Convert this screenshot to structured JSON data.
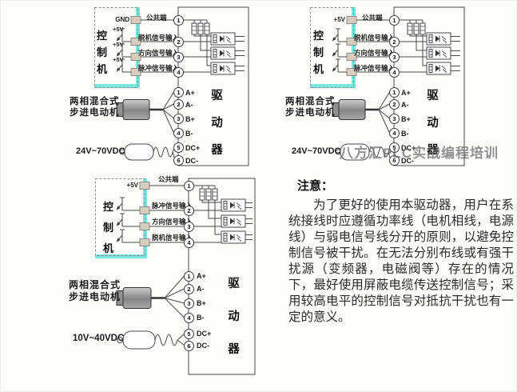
{
  "watermark": {
    "text": "八方汇PLC实战编程培训"
  },
  "note": {
    "title": "注意：",
    "body": "为了更好的使用本驱动器，用户在系统接线时应遵循功率线（电机相线，电源线）与弱电信号线分开的原则，以避免控制信号被干扰。在无法分别布线或有强干扰源（变频器，电磁阀等）存在的情况下，最好使用屏蔽电缆传送控制信号；采用较高电平的控制信号对抵抗干扰也有一定的意义。"
  },
  "colors": {
    "cyan_edge": "#7ce7df",
    "terminal_fill": "#d8cec0",
    "wire": "#4a4a4a"
  },
  "diagram_top_left": {
    "controller": "控制机",
    "common_pin": "GND",
    "common_wire": "公共端",
    "common_num": "1",
    "pullup": "+5V",
    "signals": [
      {
        "num": "2",
        "label": "脱机信号输入"
      },
      {
        "num": "3",
        "label": "方向信号输入"
      },
      {
        "num": "4",
        "label": "脉冲信号输入"
      }
    ],
    "motor_line1": "两相混合式",
    "motor_line2": "步进电动机",
    "power": "24V~70VDC",
    "driver": "驱动器",
    "phases": [
      {
        "num": "1",
        "label": "A+"
      },
      {
        "num": "2",
        "label": "A-"
      },
      {
        "num": "3",
        "label": "B+"
      },
      {
        "num": "4",
        "label": "B-"
      }
    ],
    "dc": [
      {
        "num": "5",
        "label": "DC+"
      },
      {
        "num": "6",
        "label": "DC-"
      }
    ]
  },
  "diagram_top_right": {
    "controller": "控制机",
    "common_pin": "+5V",
    "common_wire": "公共端",
    "common_num": "1",
    "signals": [
      {
        "num": "2",
        "label": "脱机信号输入"
      },
      {
        "num": "3",
        "label": "方向信号输入"
      },
      {
        "num": "4",
        "label": "脉冲信号输入"
      }
    ],
    "motor_line1": "两相混合式",
    "motor_line2": "步进电动机",
    "power": "24V~70VDC",
    "driver": "驱动器",
    "phases": [
      {
        "num": "1",
        "label": "A+"
      },
      {
        "num": "2",
        "label": "A-"
      },
      {
        "num": "3",
        "label": "B+"
      },
      {
        "num": "4",
        "label": "B-"
      }
    ],
    "dc": [
      {
        "num": "5",
        "label": "DC+"
      },
      {
        "num": "6",
        "label": "DC-"
      }
    ]
  },
  "diagram_bottom_left": {
    "controller": "控制机",
    "common_pin": "+5V",
    "common_wire": "公共端",
    "common_num": "1",
    "signals": [
      {
        "num": "2",
        "label": "脉冲信号输入"
      },
      {
        "num": "3",
        "label": "方向信号输入"
      },
      {
        "num": "4",
        "label": "脱机信号输入"
      }
    ],
    "motor_line1": "两相混合式",
    "motor_line2": "步进电动机",
    "power": "10V~40VDC",
    "driver": "驱动器",
    "phases": [
      {
        "num": "1",
        "label": "A+"
      },
      {
        "num": "2",
        "label": "A-"
      },
      {
        "num": "3",
        "label": "B+"
      },
      {
        "num": "4",
        "label": "B-"
      }
    ],
    "dc": [
      {
        "num": "5",
        "label": "DC+"
      },
      {
        "num": "6",
        "label": "DC-"
      }
    ]
  }
}
